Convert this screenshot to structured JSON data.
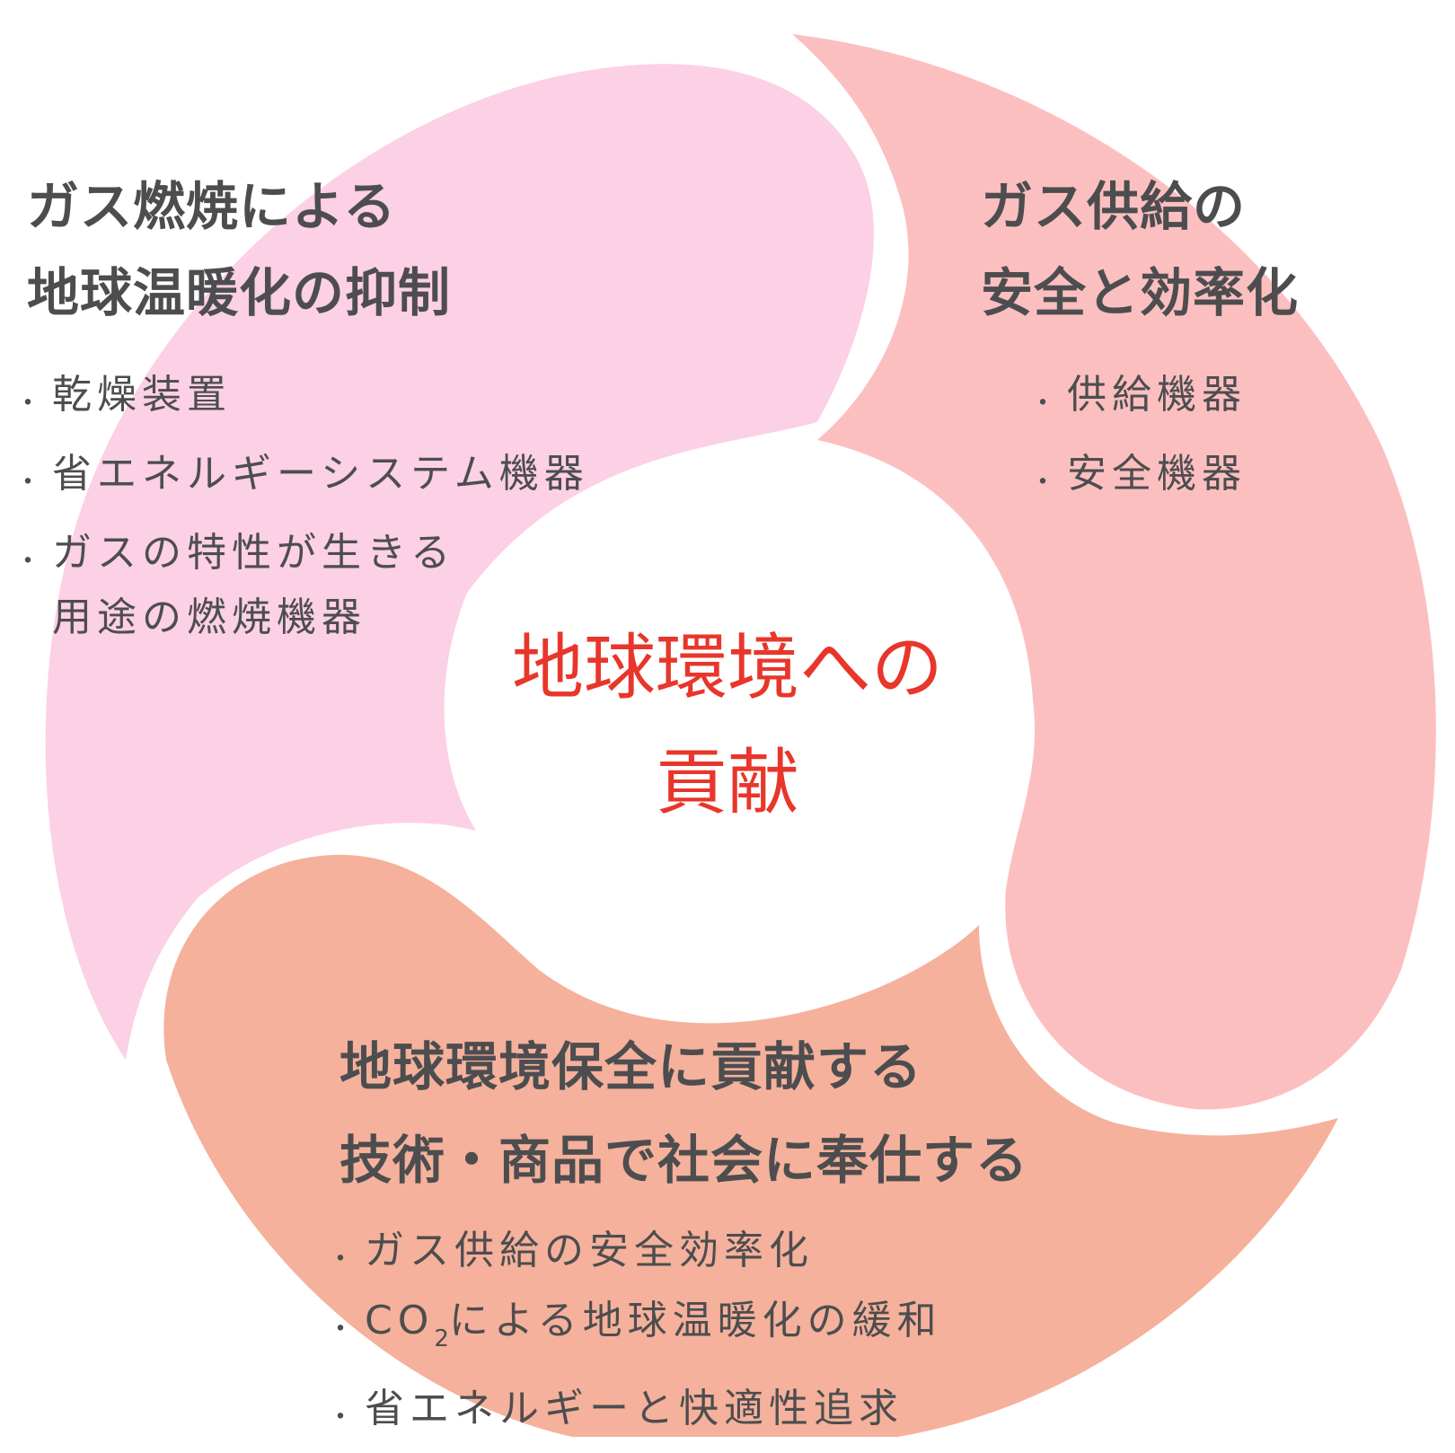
{
  "colors": {
    "segment_top_left": "#fcd0e5",
    "segment_right": "#fcbfc0",
    "segment_bottom": "#f5b19b",
    "heading_text": "#4d4d4f",
    "center_text": "#e8362b"
  },
  "center": {
    "line1": "地球環境への",
    "line2": "貢献"
  },
  "top_left": {
    "title_line1": "ガス燃焼による",
    "title_line2": "地球温暖化の抑制",
    "items": [
      "乾燥装置",
      "省エネルギーシステム機器",
      "ガスの特性が生きる"
    ],
    "item3_cont": "用途の燃焼機器"
  },
  "right": {
    "title_line1": "ガス供給の",
    "title_line2": "安全と効率化",
    "items": [
      "供給機器",
      "安全機器"
    ]
  },
  "bottom": {
    "title_line1": "地球環境保全に貢献する",
    "title_line2": "技術・商品で社会に奉仕する",
    "item1": "ガス供給の安全効率化",
    "item2_prefix": "CO",
    "item2_sub": "2",
    "item2_suffix": "による地球温暖化の緩和",
    "item3": "省エネルギーと快適性追求"
  }
}
